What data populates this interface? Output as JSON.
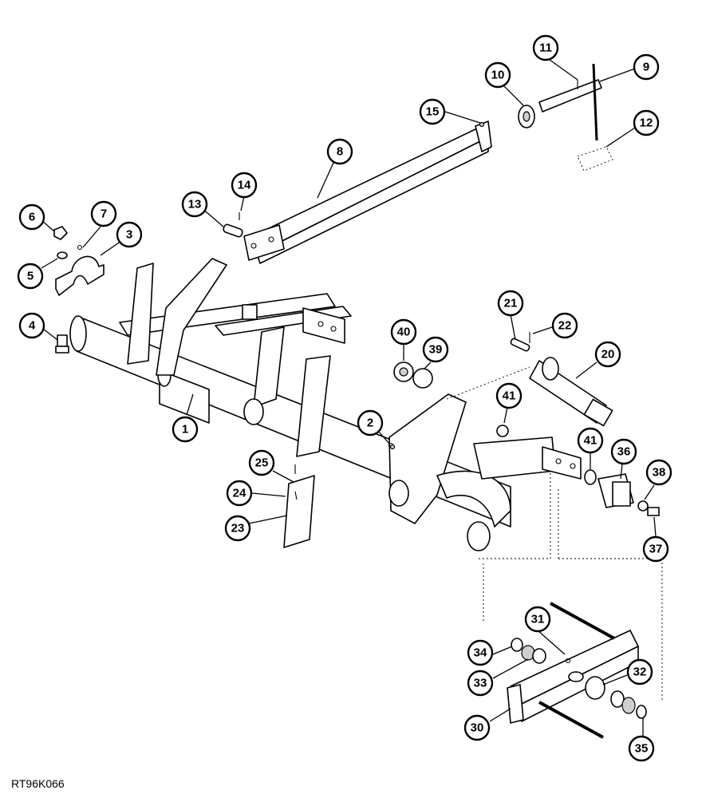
{
  "figure": {
    "reference": "RT96K066",
    "callouts": [
      "1",
      "2",
      "3",
      "4",
      "5",
      "6",
      "7",
      "8",
      "9",
      "10",
      "11",
      "12",
      "13",
      "14",
      "15",
      "20",
      "21",
      "22",
      "23",
      "24",
      "25",
      "30",
      "31",
      "32",
      "33",
      "34",
      "35",
      "36",
      "37",
      "38",
      "39",
      "40",
      "41",
      "41"
    ]
  }
}
